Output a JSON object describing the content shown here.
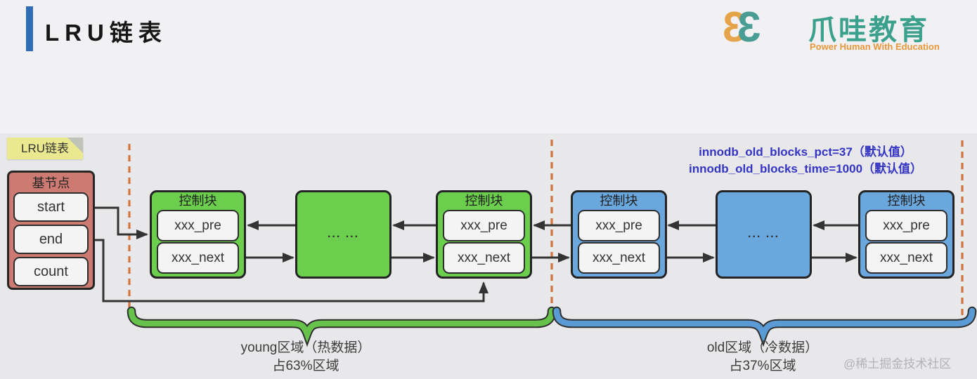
{
  "header": {
    "title": "LRU链表",
    "logo": {
      "brand": "爪哇教育",
      "tagline": "Power Human With Education",
      "mark_glyph": "3"
    }
  },
  "diagram": {
    "sticky_label": "LRU链表",
    "base_node": {
      "title": "基节点",
      "cells": [
        "start",
        "end",
        "count"
      ]
    },
    "params": [
      "innodb_old_blocks_pct=37（默认值）",
      "innodb_old_blocks_time=1000（默认值）"
    ],
    "blocks": [
      {
        "type": "control",
        "region": "young",
        "title": "控制块",
        "cells": [
          "xxx_pre",
          "xxx_next"
        ]
      },
      {
        "type": "ellipsis",
        "region": "young",
        "label": "... ..."
      },
      {
        "type": "control",
        "region": "young",
        "title": "控制块",
        "cells": [
          "xxx_pre",
          "xxx_next"
        ]
      },
      {
        "type": "control",
        "region": "old",
        "title": "控制块",
        "cells": [
          "xxx_pre",
          "xxx_next"
        ]
      },
      {
        "type": "ellipsis",
        "region": "old",
        "label": "... ..."
      },
      {
        "type": "control",
        "region": "old",
        "title": "控制块",
        "cells": [
          "xxx_pre",
          "xxx_next"
        ]
      }
    ],
    "regions": [
      {
        "name": "young",
        "line1": "young区域（热数据）",
        "line2": "占63%区域"
      },
      {
        "name": "old",
        "line1": "old区域（冷数据）",
        "line2": "占37%区域"
      }
    ],
    "watermark": "@稀土掘金技术社区"
  },
  "colors": {
    "young_green": "#6cce4d",
    "old_blue": "#6aa7dd",
    "base_node_red": "#cd7b72",
    "sticky_yellow": "#ebe98f",
    "dash_orange": "#d2753c",
    "param_blue": "#3434c4",
    "title_accent_blue": "#2f6db5",
    "brand_teal": "#3ba18c",
    "brand_orange": "#e8973a"
  }
}
